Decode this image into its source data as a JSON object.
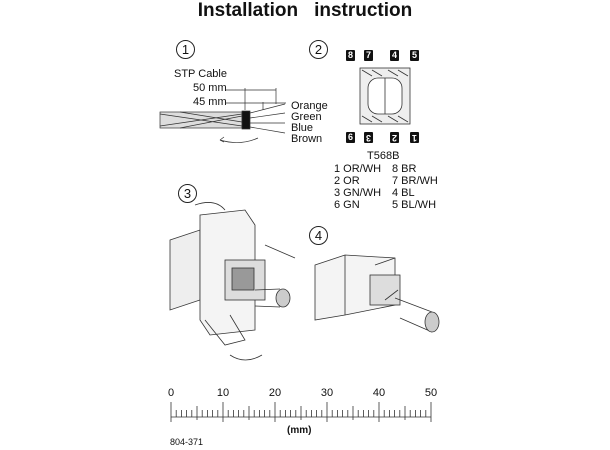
{
  "title": {
    "word1": "Installation",
    "word2": "instruction"
  },
  "steps": [
    "1",
    "2",
    "3",
    "4"
  ],
  "step1": {
    "cable_label": "STP Cable",
    "dim_outer": "50 mm",
    "dim_inner": "45 mm",
    "colors": [
      "Orange",
      "Green",
      "Blue",
      "Brown"
    ]
  },
  "step2": {
    "top_pins": [
      "8",
      "7",
      "4",
      "5"
    ],
    "bottom_pins": [
      "6",
      "3",
      "2",
      "1"
    ],
    "standard": "T568B",
    "wiring_left": [
      "1 OR/WH",
      "2 OR",
      "3 GN/WH",
      "6 GN"
    ],
    "wiring_right": [
      "8 BR",
      "7 BR/WH",
      "4 BL",
      "5 BL/WH"
    ]
  },
  "ruler": {
    "min": 0,
    "max": 50,
    "labels": [
      "0",
      "10",
      "20",
      "30",
      "40",
      "50"
    ],
    "unit": "(mm)"
  },
  "part_number": "804-371"
}
